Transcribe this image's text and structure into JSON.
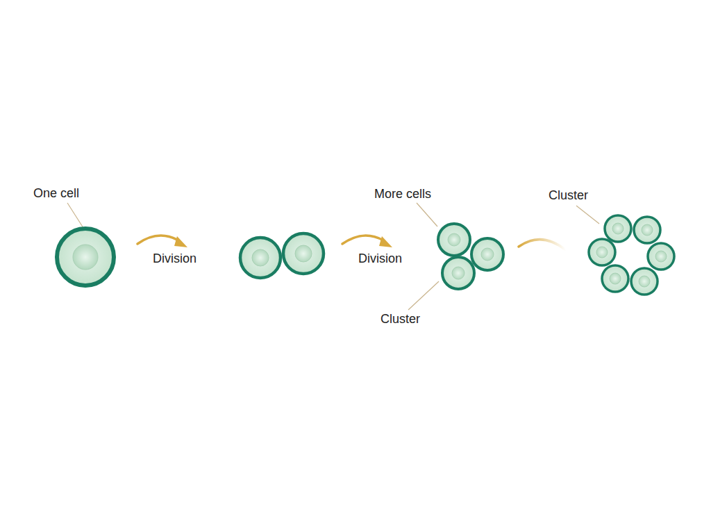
{
  "diagram": {
    "labels": [
      "One cell",
      "Division",
      "Division",
      "More cells",
      "Cluster",
      "Cluster"
    ]
  }
}
